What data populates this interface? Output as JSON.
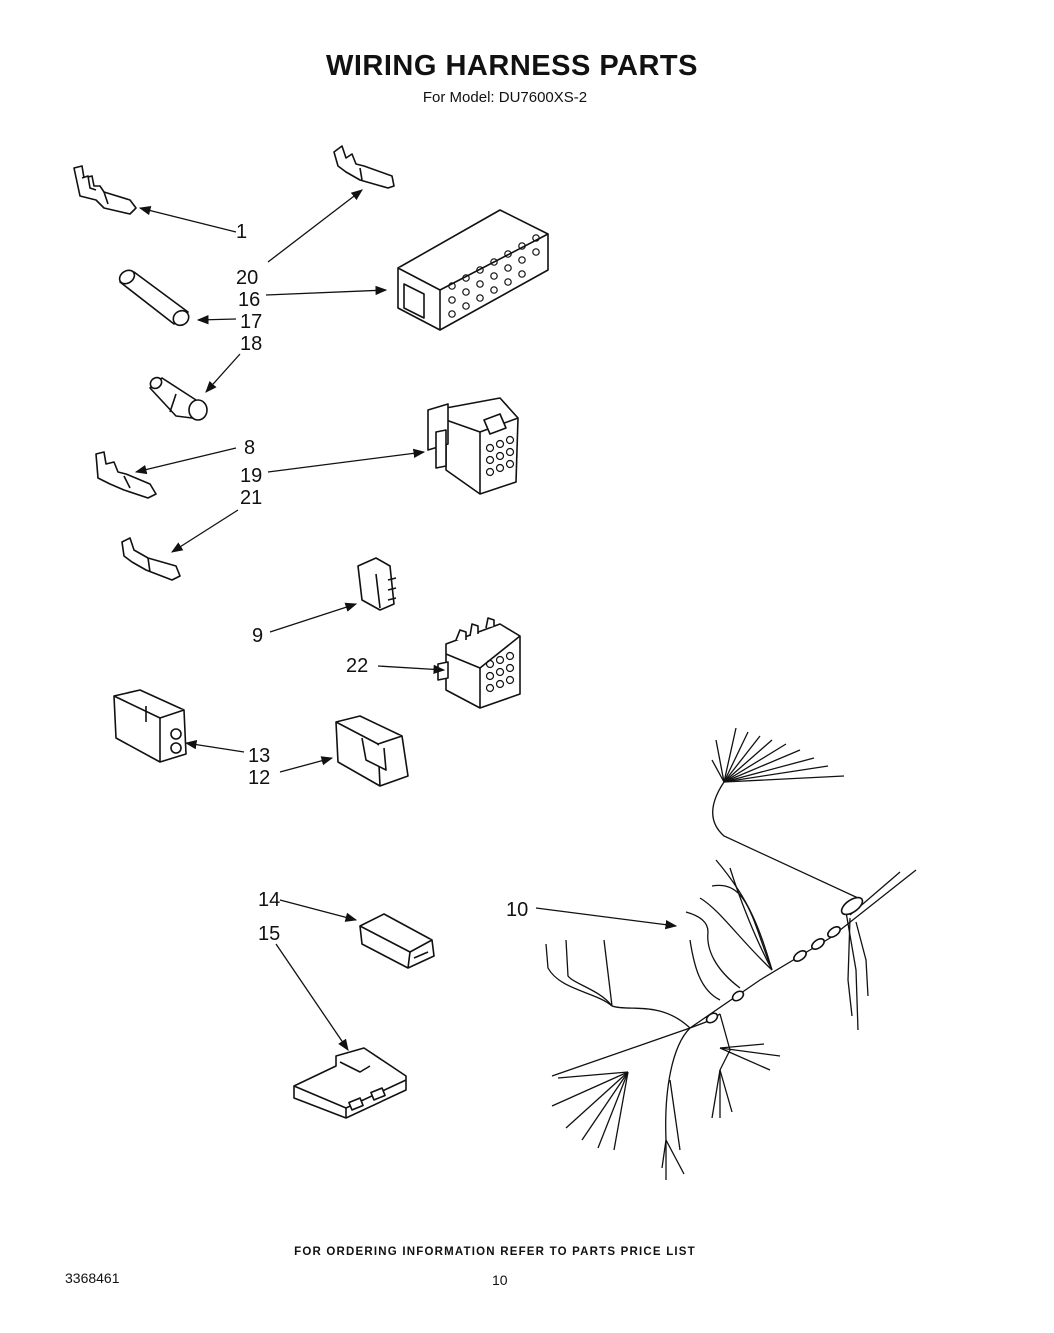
{
  "header": {
    "title": "WIRING HARNESS PARTS",
    "model_line": "For Model: DU7600XS-2"
  },
  "callouts": [
    "1",
    "20",
    "16",
    "17",
    "18",
    "8",
    "19",
    "21",
    "9",
    "22",
    "13",
    "12",
    "14",
    "15",
    "10"
  ],
  "footer": {
    "ordering_note": "FOR ORDERING INFORMATION REFER TO PARTS PRICE LIST",
    "document_number": "3368461",
    "page_number": "10"
  }
}
